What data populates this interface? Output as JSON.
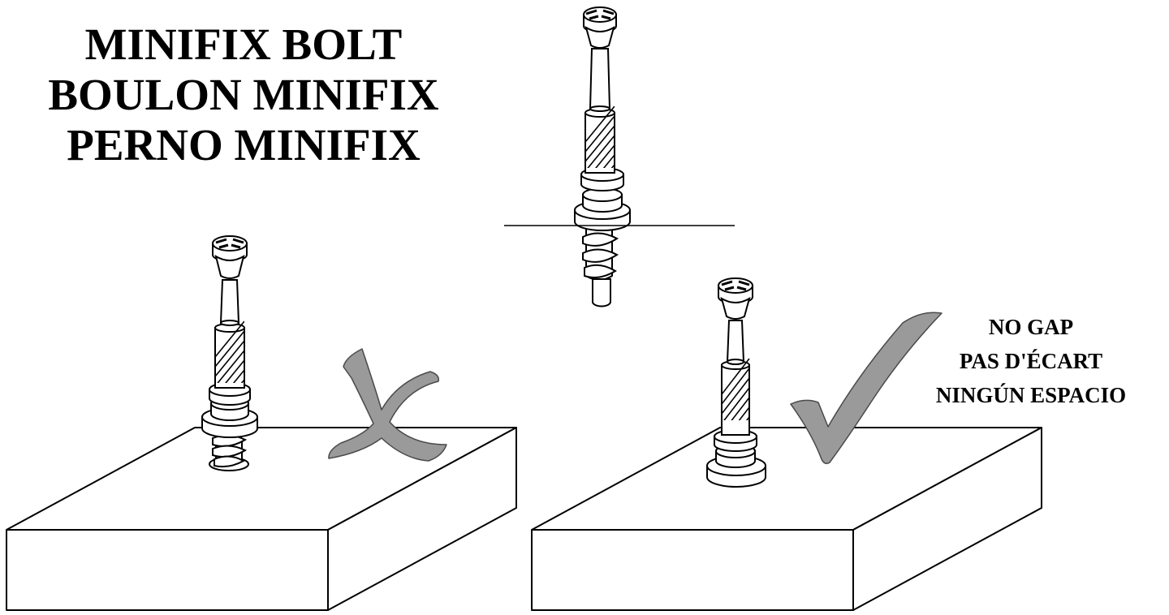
{
  "title": {
    "line1": "MINIFIX BOLT",
    "line2": "BOULON MINIFIX",
    "line3": "PERNO MINIFIX"
  },
  "note": {
    "line1": "NO GAP",
    "line2": "PAS D'ÉCART",
    "line3": "NINGÚN ESPACIO"
  },
  "colors": {
    "line": "#000000",
    "fill": "#ffffff",
    "mark": "#9a9a9a"
  },
  "icons": {
    "wrong": "cross-mark-icon",
    "right": "check-mark-icon"
  }
}
